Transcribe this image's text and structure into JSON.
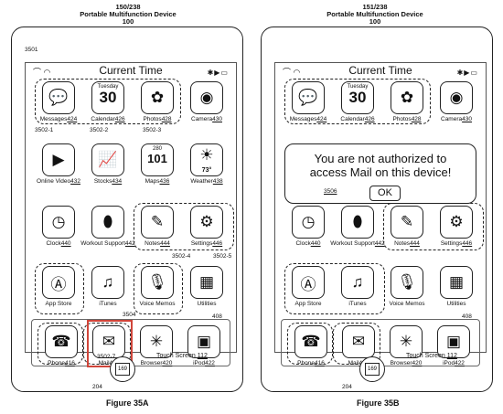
{
  "figA": {
    "header_line1": "150/238",
    "header_line2": "Portable Multifunction Device",
    "header_line3": "100",
    "ref_screen": "3501",
    "status_title": "Current Time",
    "apps": [
      {
        "label": "Messages",
        "ref": "424"
      },
      {
        "label": "Calendar",
        "ref": "426",
        "day": "Tuesday",
        "date": "30"
      },
      {
        "label": "Photos",
        "ref": "428"
      },
      {
        "label": "Camera",
        "ref": "430"
      },
      {
        "label": "Online Video",
        "ref": "432"
      },
      {
        "label": "Stocks",
        "ref": "434"
      },
      {
        "label": "Maps",
        "ref": "436",
        "sign": "280",
        "road": "101"
      },
      {
        "label": "Weather",
        "ref": "438",
        "temp": "73°"
      },
      {
        "label": "Clock",
        "ref": "440"
      },
      {
        "label": "Workout Support",
        "ref": "442"
      },
      {
        "label": "Notes",
        "ref": "444"
      },
      {
        "label": "Settings",
        "ref": "446"
      },
      {
        "label": "App Store",
        "ref": ""
      },
      {
        "label": "iTunes",
        "ref": ""
      },
      {
        "label": "Voice Memos",
        "ref": ""
      },
      {
        "label": "Utilities",
        "ref": ""
      }
    ],
    "tray": [
      {
        "label": "Phone",
        "ref": "416"
      },
      {
        "label": "Mail",
        "ref": "418"
      },
      {
        "label": "Browser",
        "ref": "420"
      },
      {
        "label": "iPod",
        "ref": "422"
      }
    ],
    "refs": {
      "r1": "3502-1",
      "r2": "3502-2",
      "r3": "3502-3",
      "r4": "3502-4",
      "r5": "3502-5",
      "r7": "3502-7",
      "tray_ref": "3504",
      "tray_num": "408"
    },
    "touch_label": "Touch Screen",
    "touch_ref": "112",
    "home_ref": "169",
    "home_num": "204",
    "figure_label": "Figure 35A"
  },
  "figB": {
    "header_line1": "151/238",
    "header_line2": "Portable Multifunction Device",
    "header_line3": "100",
    "status_title": "Current Time",
    "apps": [
      {
        "label": "Messages",
        "ref": "424"
      },
      {
        "label": "Calendar",
        "ref": "426",
        "day": "Tuesday",
        "date": "30"
      },
      {
        "label": "Photos",
        "ref": "428"
      },
      {
        "label": "Camera",
        "ref": "430"
      },
      {
        "label": "Clock",
        "ref": "440"
      },
      {
        "label": "Workout Support",
        "ref": "442"
      },
      {
        "label": "Notes",
        "ref": "444"
      },
      {
        "label": "Settings",
        "ref": "446"
      },
      {
        "label": "App Store",
        "ref": ""
      },
      {
        "label": "iTunes",
        "ref": ""
      },
      {
        "label": "Voice Memos",
        "ref": ""
      },
      {
        "label": "Utilities",
        "ref": ""
      }
    ],
    "tray": [
      {
        "label": "Phone",
        "ref": "416"
      },
      {
        "label": "Mail",
        "ref": "418"
      },
      {
        "label": "Browser",
        "ref": "420"
      },
      {
        "label": "iPod",
        "ref": "422"
      }
    ],
    "tray_num": "408",
    "dialog_line1": "You are not authorized to",
    "dialog_line2": "access Mail on this device!",
    "dialog_ref": "3506",
    "ok_label": "OK",
    "touch_label": "Touch Screen",
    "touch_ref": "112",
    "home_ref": "169",
    "home_num": "204",
    "figure_label": "Figure 35B"
  }
}
